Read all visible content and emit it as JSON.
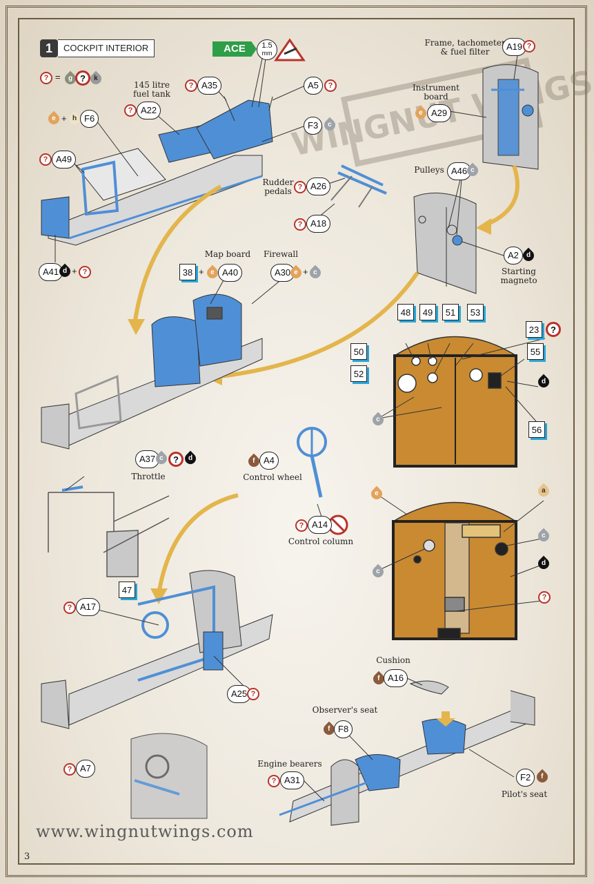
{
  "step": {
    "number": "1",
    "title": "COCKPIT INTERIOR"
  },
  "brand_badge": {
    "label": "ACE",
    "scale_value": "1.5",
    "scale_unit": "mm"
  },
  "colors": {
    "accent_blue": "#4f8fd6",
    "panel_brown": "#c98a32",
    "grey_part": "#c9c9c9",
    "border": "#6b5b43",
    "callout_red": "#b8332a",
    "decal_blue": "#29a7d8"
  },
  "paint_key": {
    "lhs": "?",
    "equals": "=",
    "components": [
      "g",
      "?",
      "k"
    ]
  },
  "parts": {
    "A19": "A19",
    "A35": "A35",
    "A5": "A5",
    "A22": "A22",
    "F6": "F6",
    "F3": "F3",
    "A29": "A29",
    "A49": "A49",
    "A46": "A46",
    "A26": "A26",
    "A18": "A18",
    "A2": "A2",
    "A41": "A41",
    "A40": "A40",
    "A30": "A30",
    "A37": "A37",
    "A4": "A4",
    "A14": "A14",
    "A17": "A17",
    "A25": "A25",
    "A16": "A16",
    "F8": "F8",
    "A7": "A7",
    "A31": "A31",
    "F2": "F2"
  },
  "paint": {
    "e": "e",
    "h": "h",
    "c": "c",
    "d": "d",
    "f": "f",
    "a": "a",
    "q": "?"
  },
  "decals": [
    "38",
    "48",
    "49",
    "51",
    "53",
    "50",
    "52",
    "23",
    "55",
    "56",
    "47"
  ],
  "labels": {
    "frame_tach": "Frame, tachometer\n& fuel filter",
    "instrument_board": "Instrument\nboard",
    "fuel_tank": "145 litre\nfuel tank",
    "pulleys": "Pulleys",
    "rudder_pedals": "Rudder\npedals",
    "starting_magneto": "Starting\nmagneto",
    "map_board": "Map board",
    "firewall": "Firewall",
    "throttle": "Throttle",
    "control_wheel": "Control wheel",
    "control_column": "Control column",
    "cushion": "Cushion",
    "observers_seat": "Observer's seat",
    "engine_bearers": "Engine bearers",
    "pilots_seat": "Pilot's seat"
  },
  "watermark": "WINGNUT WINGS",
  "website": "www.wingnutwings.com",
  "page_number": "3"
}
